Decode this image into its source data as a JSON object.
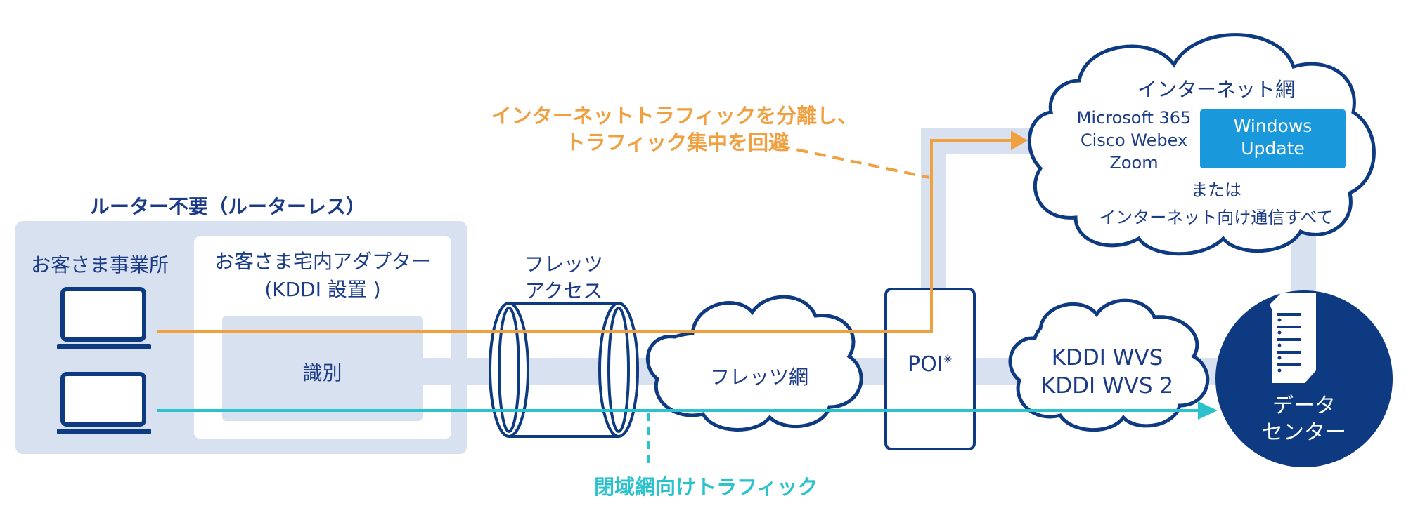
{
  "colors": {
    "navy": "#0d3a80",
    "light_panel": "#d7e1ef",
    "orange": "#f0a040",
    "cyan": "#2bc2cd",
    "windows_blue": "#1a98dc"
  },
  "router_less_title": "ルーター不要（ルーターレス）",
  "customer_office": "お客さま事業所",
  "adapter": {
    "line1": "お客さま宅内アダプター",
    "line2": "(KDDI 設置 )"
  },
  "identification": "識別",
  "flets_access": {
    "line1": "フレッツ",
    "line2": "アクセス"
  },
  "flets_network": "フレッツ網",
  "poi": {
    "label": "POI",
    "mark": "※"
  },
  "kddi_wvs": {
    "line1": "KDDI WVS",
    "line2": "KDDI WVS 2"
  },
  "data_center": {
    "line1": "データ",
    "line2": "センター"
  },
  "internet_cloud": {
    "title": "インターネット網",
    "services": [
      "Microsoft 365",
      "Cisco Webex",
      "Zoom"
    ],
    "windows_update": {
      "line1": "Windows",
      "line2": "Update"
    },
    "or": "または",
    "all_traffic": "インターネット向け通信すべて"
  },
  "internet_traffic_note": {
    "line1": "インターネットトラフィックを分離し、",
    "line2": "トラフィック集中を回避"
  },
  "closed_network_note": "閉域網向けトラフィック",
  "icons": [
    "laptop-icon",
    "server-icon",
    "cloud-icon"
  ]
}
